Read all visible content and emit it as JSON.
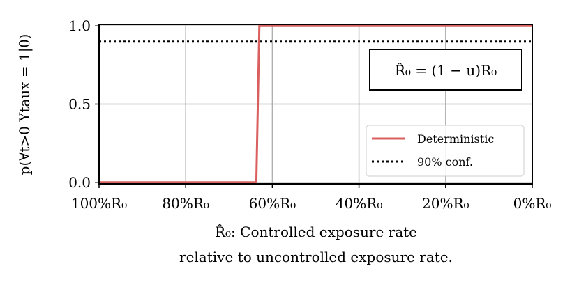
{
  "chart_data": {
    "type": "line",
    "x_tick_labels": [
      "100%R₀",
      "80%R₀",
      "60%R₀",
      "40%R₀",
      "20%R₀",
      "0%R₀"
    ],
    "x_ticks": [
      0,
      0.2,
      0.4,
      0.6,
      0.8,
      1.0
    ],
    "xlim": [
      0,
      1.0
    ],
    "y_ticks": [
      0.0,
      0.5,
      1.0
    ],
    "y_tick_labels": [
      "0.0",
      "0.5",
      "1.0"
    ],
    "ylim": [
      -0.01,
      1.01
    ],
    "ylabel": "p(∀t>0 Ytaux = 1|θ)",
    "xlabel_line1": "R̂₀: Controlled exposure rate",
    "xlabel_line2": "relative to uncontrolled exposure rate.",
    "annotation": "R̂₀ = (1 − u)R₀",
    "grid": true,
    "legend_position": "lower-right",
    "series": [
      {
        "name": "Deterministic",
        "color": "#d9605f",
        "style": "solid",
        "x": [
          0.0,
          0.363,
          0.37,
          1.0
        ],
        "y": [
          0.0,
          0.0,
          1.0,
          1.0
        ]
      },
      {
        "name": "90% conf.",
        "color": "#000000",
        "style": "dotted",
        "x": [
          0.0,
          1.0
        ],
        "y": [
          0.9,
          0.9
        ]
      }
    ]
  }
}
